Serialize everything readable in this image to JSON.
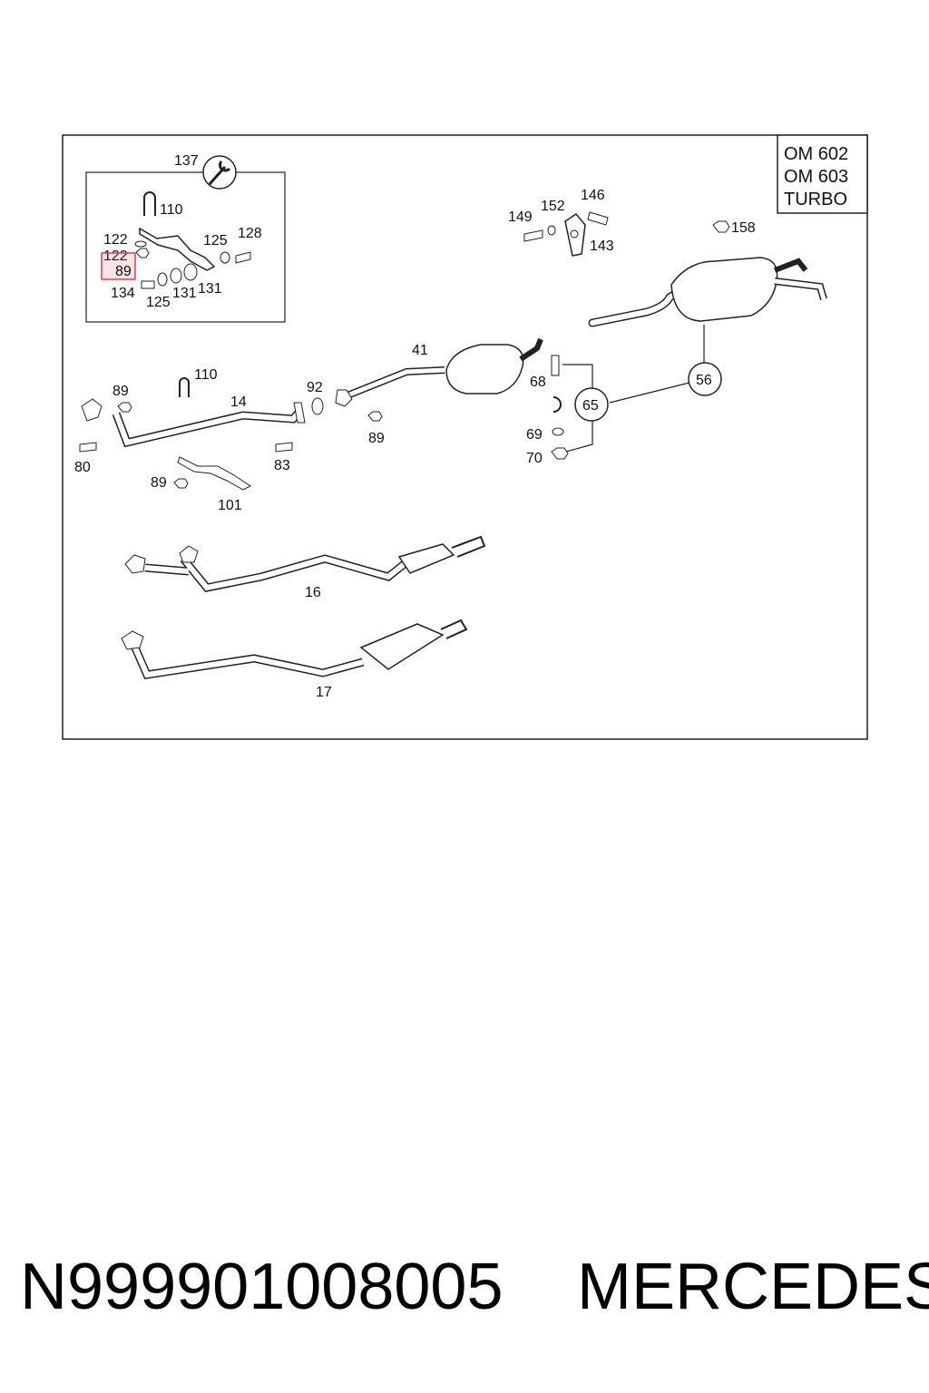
{
  "engine_box": {
    "line1": "OM 602",
    "line2": "OM 603",
    "line3": "TURBO"
  },
  "callouts": {
    "c137": "137",
    "c110a": "110",
    "c122a": "122",
    "c122b": "122",
    "c89a": "89",
    "c125a": "125",
    "c128": "128",
    "c134": "134",
    "c125b": "125",
    "c131a": "131",
    "c131b": "131",
    "c149": "149",
    "c152": "152",
    "c146": "146",
    "c143": "143",
    "c158": "158",
    "c41": "41",
    "c68": "68",
    "c65": "65",
    "c56": "56",
    "c69": "69",
    "c70": "70",
    "c89b": "89",
    "c110b": "110",
    "c14": "14",
    "c92": "92",
    "c89c": "89",
    "c80": "80",
    "c83": "83",
    "c89d": "89",
    "c101": "101",
    "c16": "16",
    "c17": "17"
  },
  "highlight_label": "89",
  "highlight_color": "#e0404a",
  "footer": {
    "part_number": "N999901008005",
    "brand": "MERCEDES"
  }
}
